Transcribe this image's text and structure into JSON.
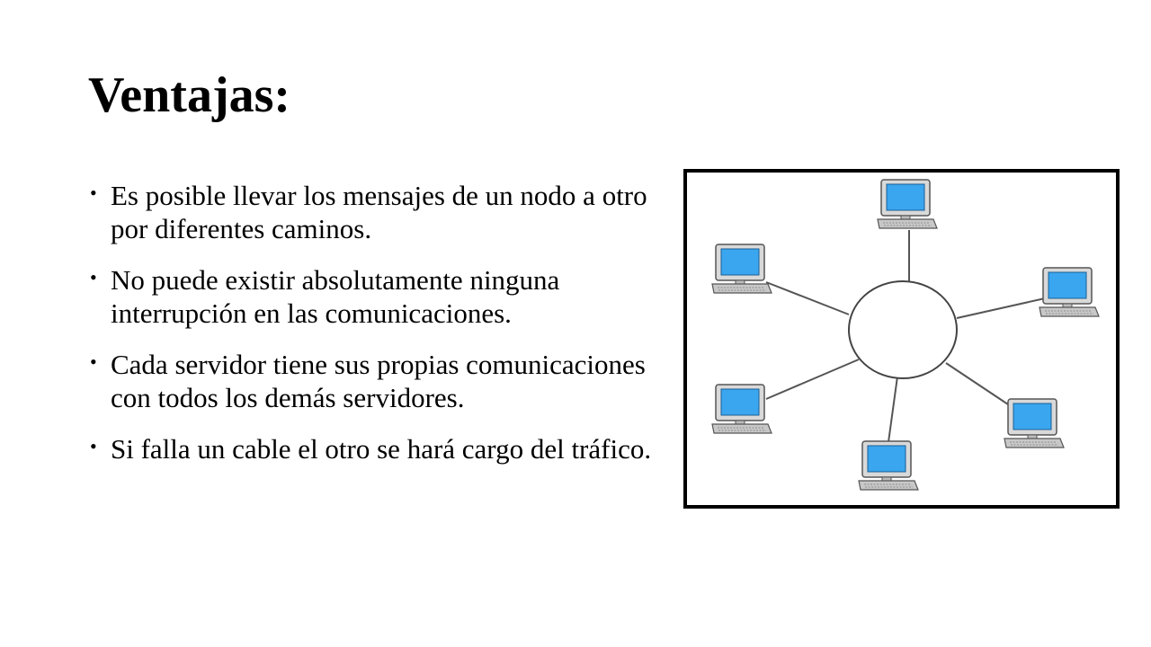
{
  "slide": {
    "title": "Ventajas:",
    "bullets": [
      {
        "text": "Es posible llevar los mensajes de un nodo a otro por diferentes caminos."
      },
      {
        "text": "No puede existir absolutamente ninguna interrupción en las comunicaciones."
      },
      {
        "text": "Cada servidor tiene sus propias comunicaciones con todos los demás servidores."
      },
      {
        "text": "Si falla un cable el otro se hará cargo del tráfico."
      }
    ],
    "bullet_glyph": "•"
  },
  "diagram": {
    "hub": "central-node-circle",
    "nodes": [
      "computer-icon",
      "computer-icon",
      "computer-icon",
      "computer-icon",
      "computer-icon",
      "computer-icon"
    ],
    "colors": {
      "frame": "#000000",
      "link": "#555555",
      "screen": "#3aa6ef",
      "bezel": "#d9d9d9",
      "case": "#c8c8c8"
    }
  }
}
